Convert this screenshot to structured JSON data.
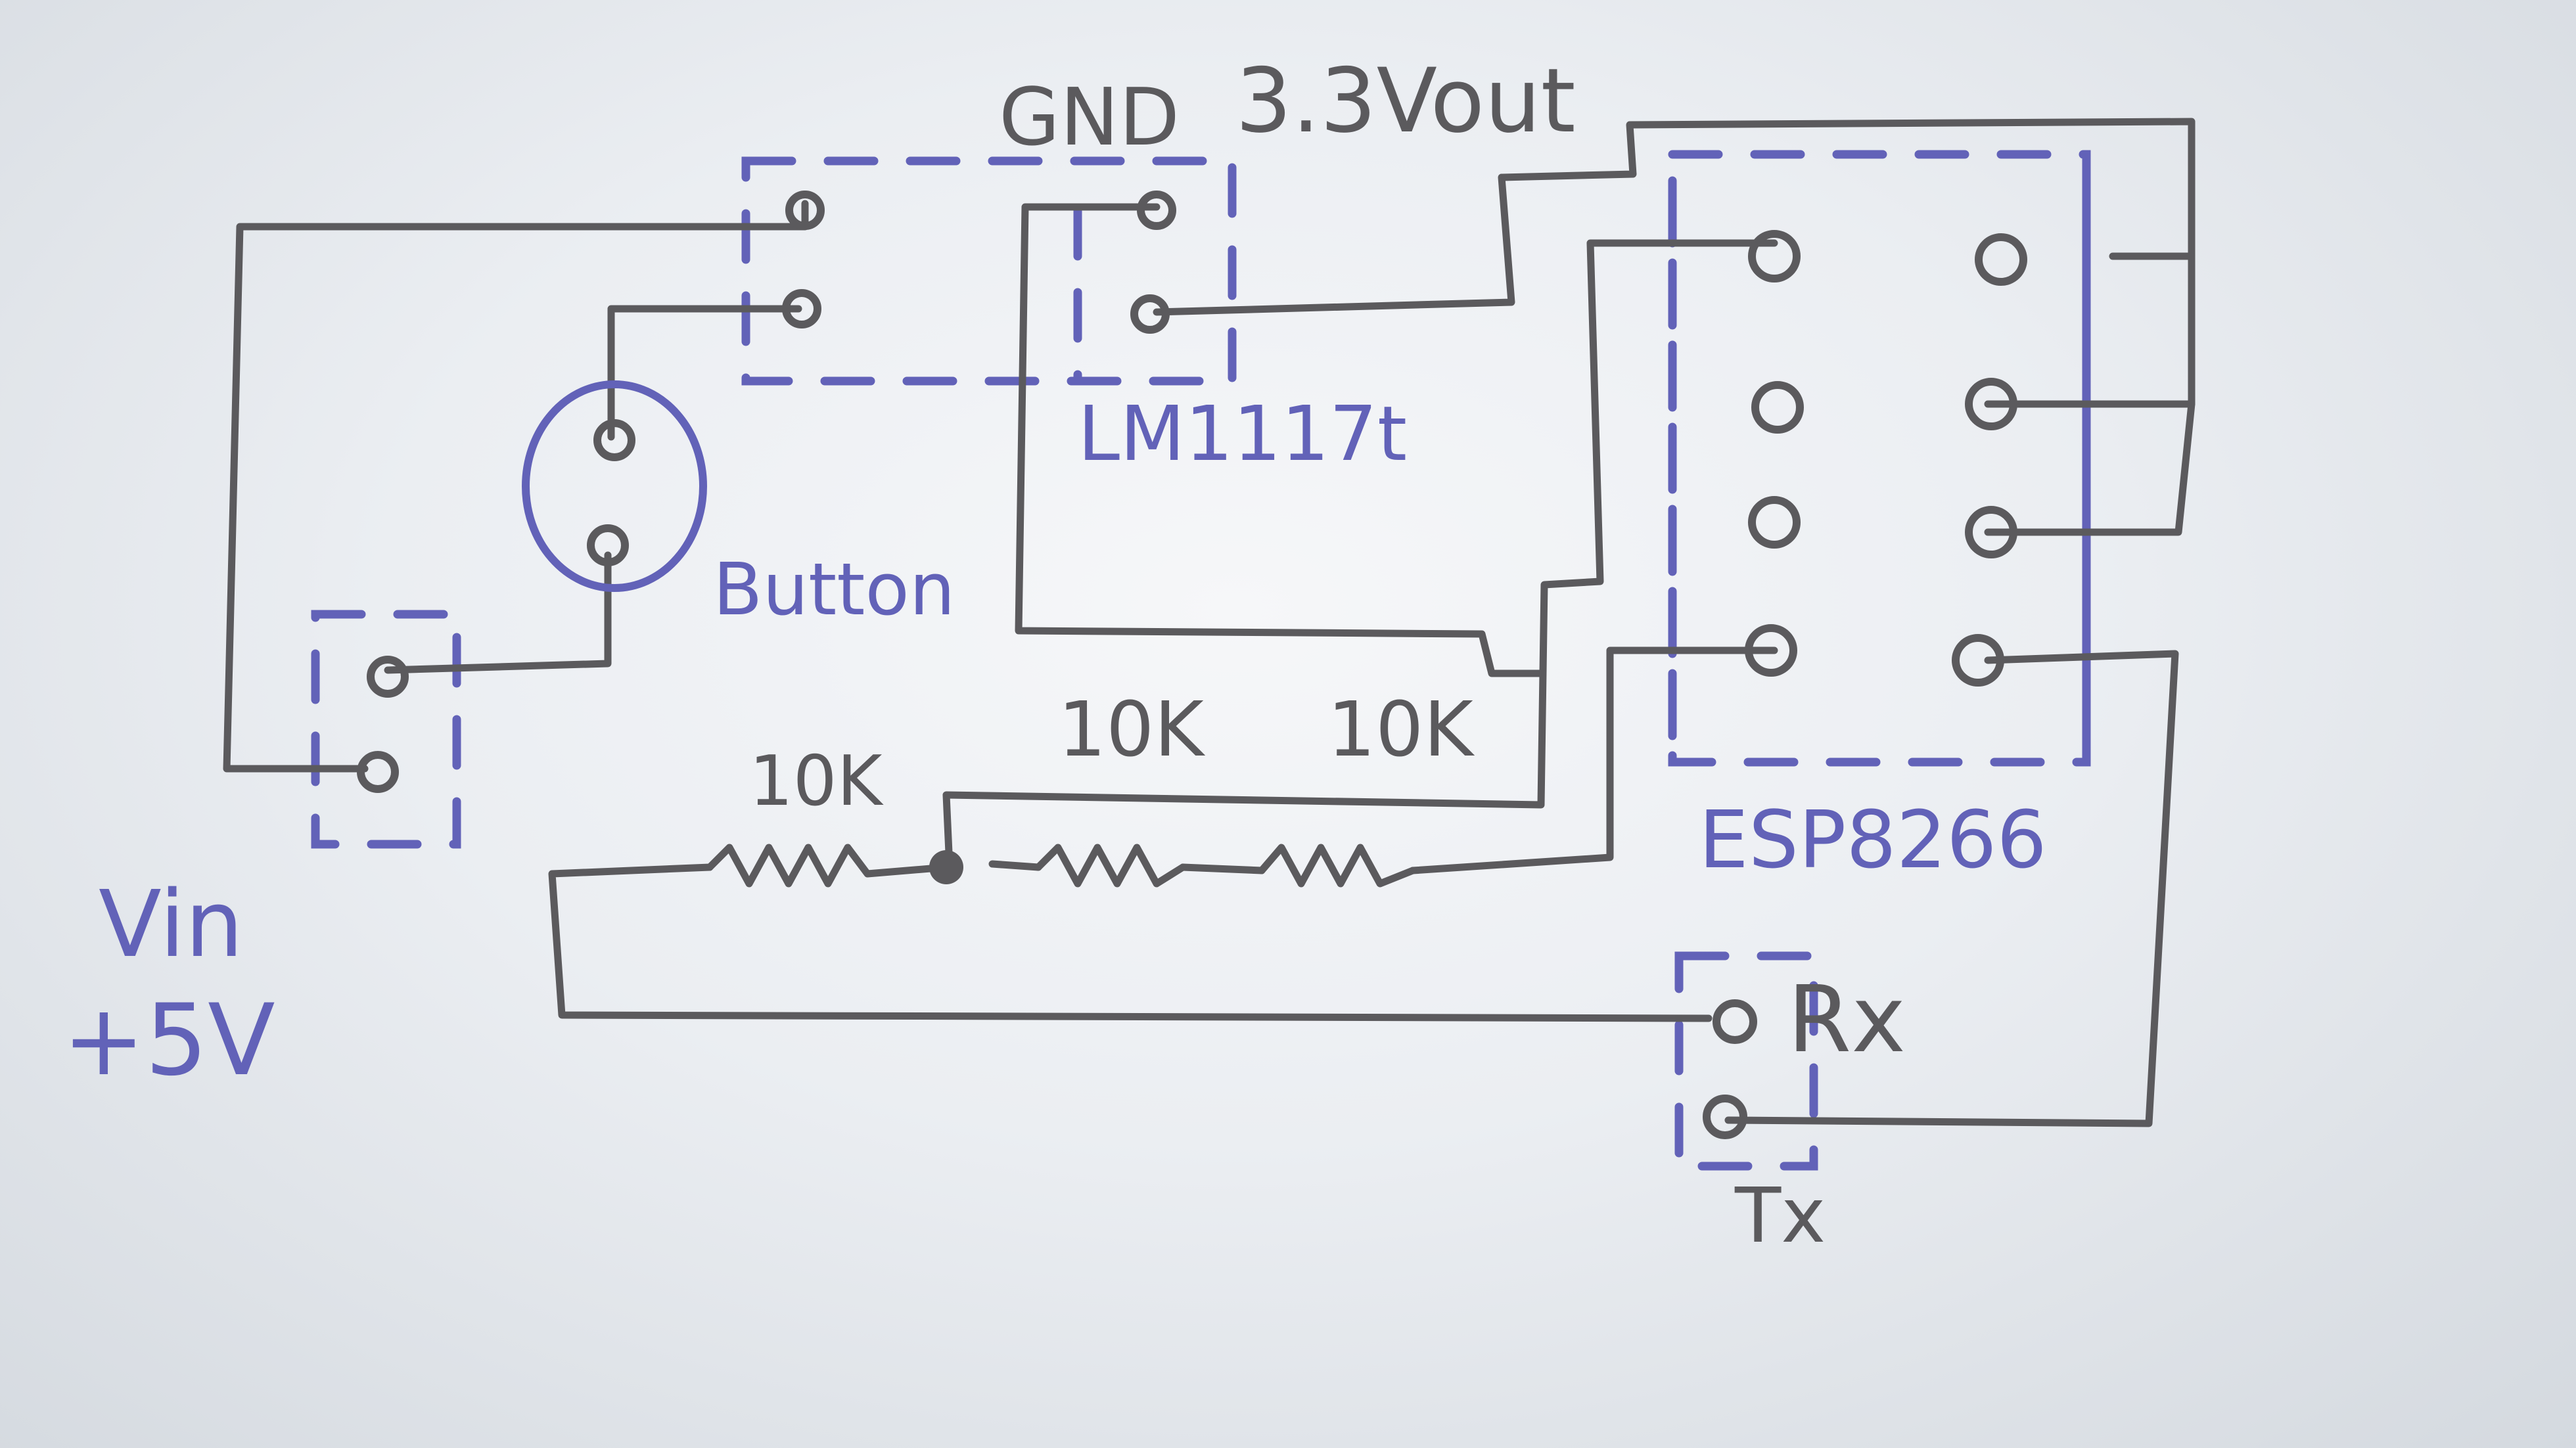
{
  "diagram": {
    "labels": {
      "gnd": "GND",
      "vout": "3.3Vout",
      "regulator": "LM1117t",
      "button": "Button",
      "resistor_1": "10K",
      "resistor_2": "10K",
      "resistor_3": "10K",
      "module": "ESP8266",
      "rx": "Rx",
      "tx": "Tx",
      "vin": "Vin",
      "vin_voltage": "+5V"
    },
    "colors": {
      "pencil": "#5b5a5d",
      "ink_blue": "#6262b8",
      "paper": "#eef0f3"
    }
  }
}
